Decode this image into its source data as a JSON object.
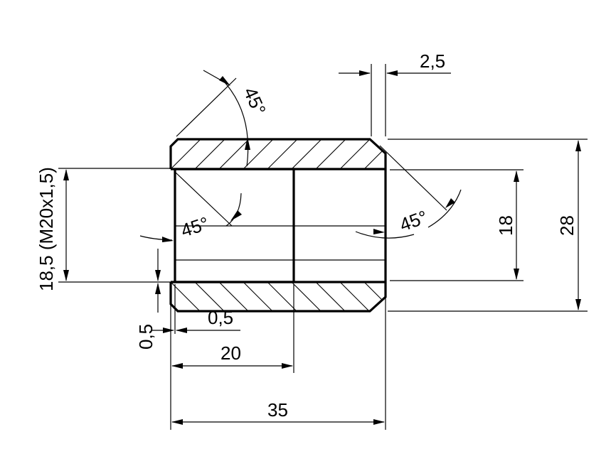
{
  "drawing": {
    "dimensions": {
      "top_wall": "2,5",
      "chamfer_top_angle": "45°",
      "chamfer_left_angle": "45°",
      "chamfer_right_angle": "45°",
      "outer_diameter": "28",
      "bore_diameter": "18",
      "thread": "18,5 (M20x1,5)",
      "chamfer_offset_vertical": "0,5",
      "chamfer_offset_horizontal": "0,5",
      "thread_length": "20",
      "total_length": "35"
    },
    "colors": {
      "line": "#000000",
      "background": "#ffffff"
    }
  }
}
